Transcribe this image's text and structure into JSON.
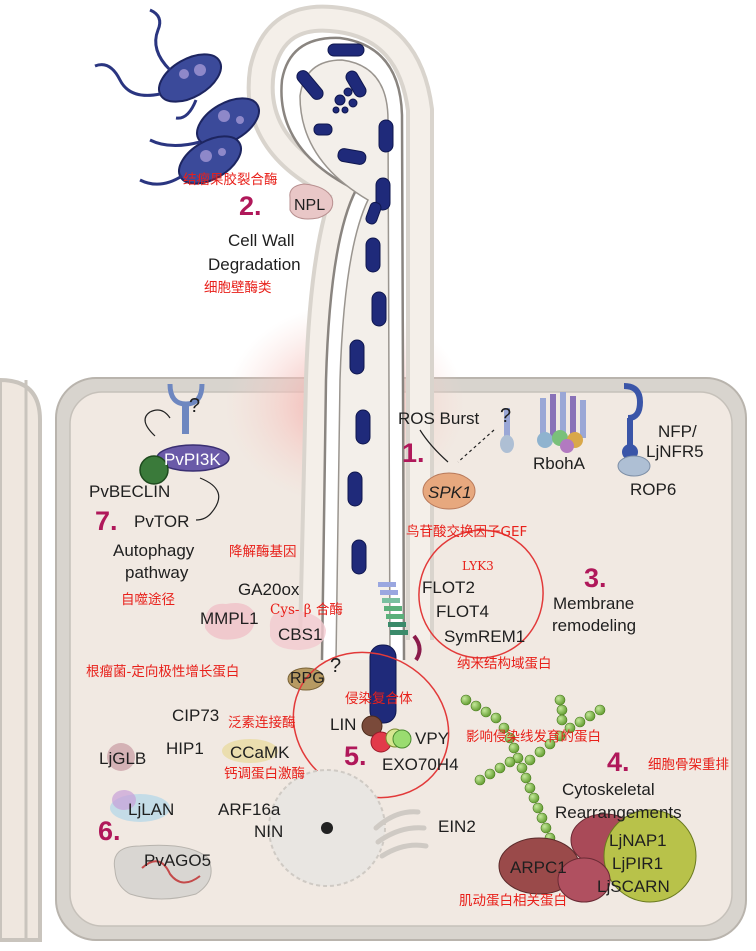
{
  "steps": {
    "s1": "1.",
    "s2": "2.",
    "s3": "3.",
    "s4": "4.",
    "s5": "5.",
    "s6": "6.",
    "s7": "7."
  },
  "labels": {
    "npl": "NPL",
    "cell_wall_1": "Cell Wall",
    "cell_wall_2": "Degradation",
    "ros_burst": "ROS Burst",
    "question": "?",
    "rboha": "RbohA",
    "nfp": "NFP/",
    "ljnfr5": "LjNFR5",
    "rop6": "ROP6",
    "spk1": "SPK1",
    "pvpi3k": "PvPI3K",
    "pvbeclin": "PvBECLIN",
    "pvtor": "PvTOR",
    "autophagy_1": "Autophagy",
    "autophagy_2": "pathway",
    "ga20ox": "GA20ox",
    "mmpl1": "MMPL1",
    "cbs1": "CBS1",
    "flot2": "FLOT2",
    "flot4": "FLOT4",
    "symrem1": "SymREM1",
    "membrane_1": "Membrane",
    "membrane_2": "remodeling",
    "rpg": "RPG",
    "cip73": "CIP73",
    "lin": "LIN",
    "vpy": "VPY",
    "hip1": "HIP1",
    "ccamk": "CCaMK",
    "exo70h4": "EXO70H4",
    "ljglb": "LjGLB",
    "ljlan": "LjLAN",
    "arf16a": "ARF16a",
    "nin": "NIN",
    "ein2": "EIN2",
    "pvago5": "PvAGO5",
    "cytoskeletal_1": "Cytoskeletal",
    "cytoskeletal_2": "Rearrangements",
    "arpc1": "ARPC1",
    "ljnap1": "LjNAP1",
    "ljpir1": "LjPIR1",
    "ljscarn": "LjSCARN"
  },
  "annotations": {
    "pectate_lyase": "结瘤果胶裂合酶",
    "cell_wall_enzymes": "细胞壁酶类",
    "gef": "鸟苷酸交换因子GEF",
    "lyk3": "LYK3",
    "degrading_gene": "降解酶基因",
    "autophagy_cn": "自噬途径",
    "cys_beta": "Cys- β 合酶",
    "nanodomain": "纳米结构域蛋白",
    "rpg_cn": "根瘤菌-定向极性增长蛋白",
    "infection_complex": "侵染复合体",
    "ubiquitin_ligase": "泛素连接酶",
    "it_development": "影响侵染线发育的蛋白",
    "cytoskeleton_cn": "细胞骨架重排",
    "ccamk_cn": "钙调蛋白激酶",
    "actin_related": "肌动蛋白相关蛋白"
  },
  "colors": {
    "step_number": "#b0185a",
    "annotation": "#e8201a",
    "bacteria": "#1f2a7a",
    "cell_fill": "#f2ebe4",
    "cell_wall": "#d4d1cc",
    "circle": "#e23a3a"
  }
}
